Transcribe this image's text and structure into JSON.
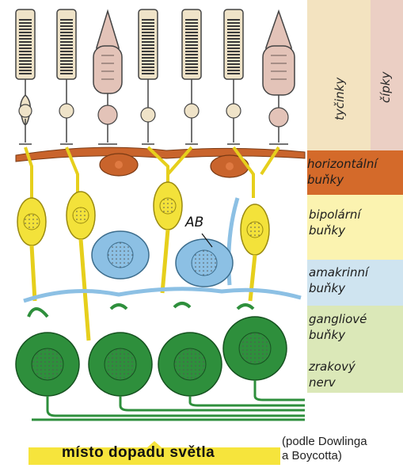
{
  "labels": {
    "rods": "tyčinky",
    "cones": "čípky",
    "horizontal_1": "horizontální",
    "horizontal_2": "buňky",
    "bipolar_1": "bipolární",
    "bipolar_2": "buňky",
    "amacrine_1": "amakrinní",
    "amacrine_2": "buňky",
    "ganglion_1": "gangliové",
    "ganglion_2": "buňky",
    "nerve_1": "zrakový",
    "nerve_2": "nerv"
  },
  "annotation": "AB",
  "caption": "místo dopadu světla",
  "credit": {
    "line1": "(podle Dowlinga",
    "line2": "a Boycotta)"
  },
  "colors": {
    "rods_band": "#f3e3c0",
    "cones_band": "#ebcfc4",
    "horizontal_band": "#d46a2a",
    "bipolar_band": "#fbf3b0",
    "amacrine_band": "#cfe4f0",
    "ganglion_band": "#dbe8b8",
    "rod_fill": "#efe3c8",
    "cone_fill": "#e3c3b8",
    "horizontal_cell": "#c9642c",
    "bipolar_cell": "#f3e23a",
    "amacrine_cell": "#8cc0e4",
    "ganglion_cell": "#2e8f3c",
    "caption_bar": "#f6e43c"
  }
}
